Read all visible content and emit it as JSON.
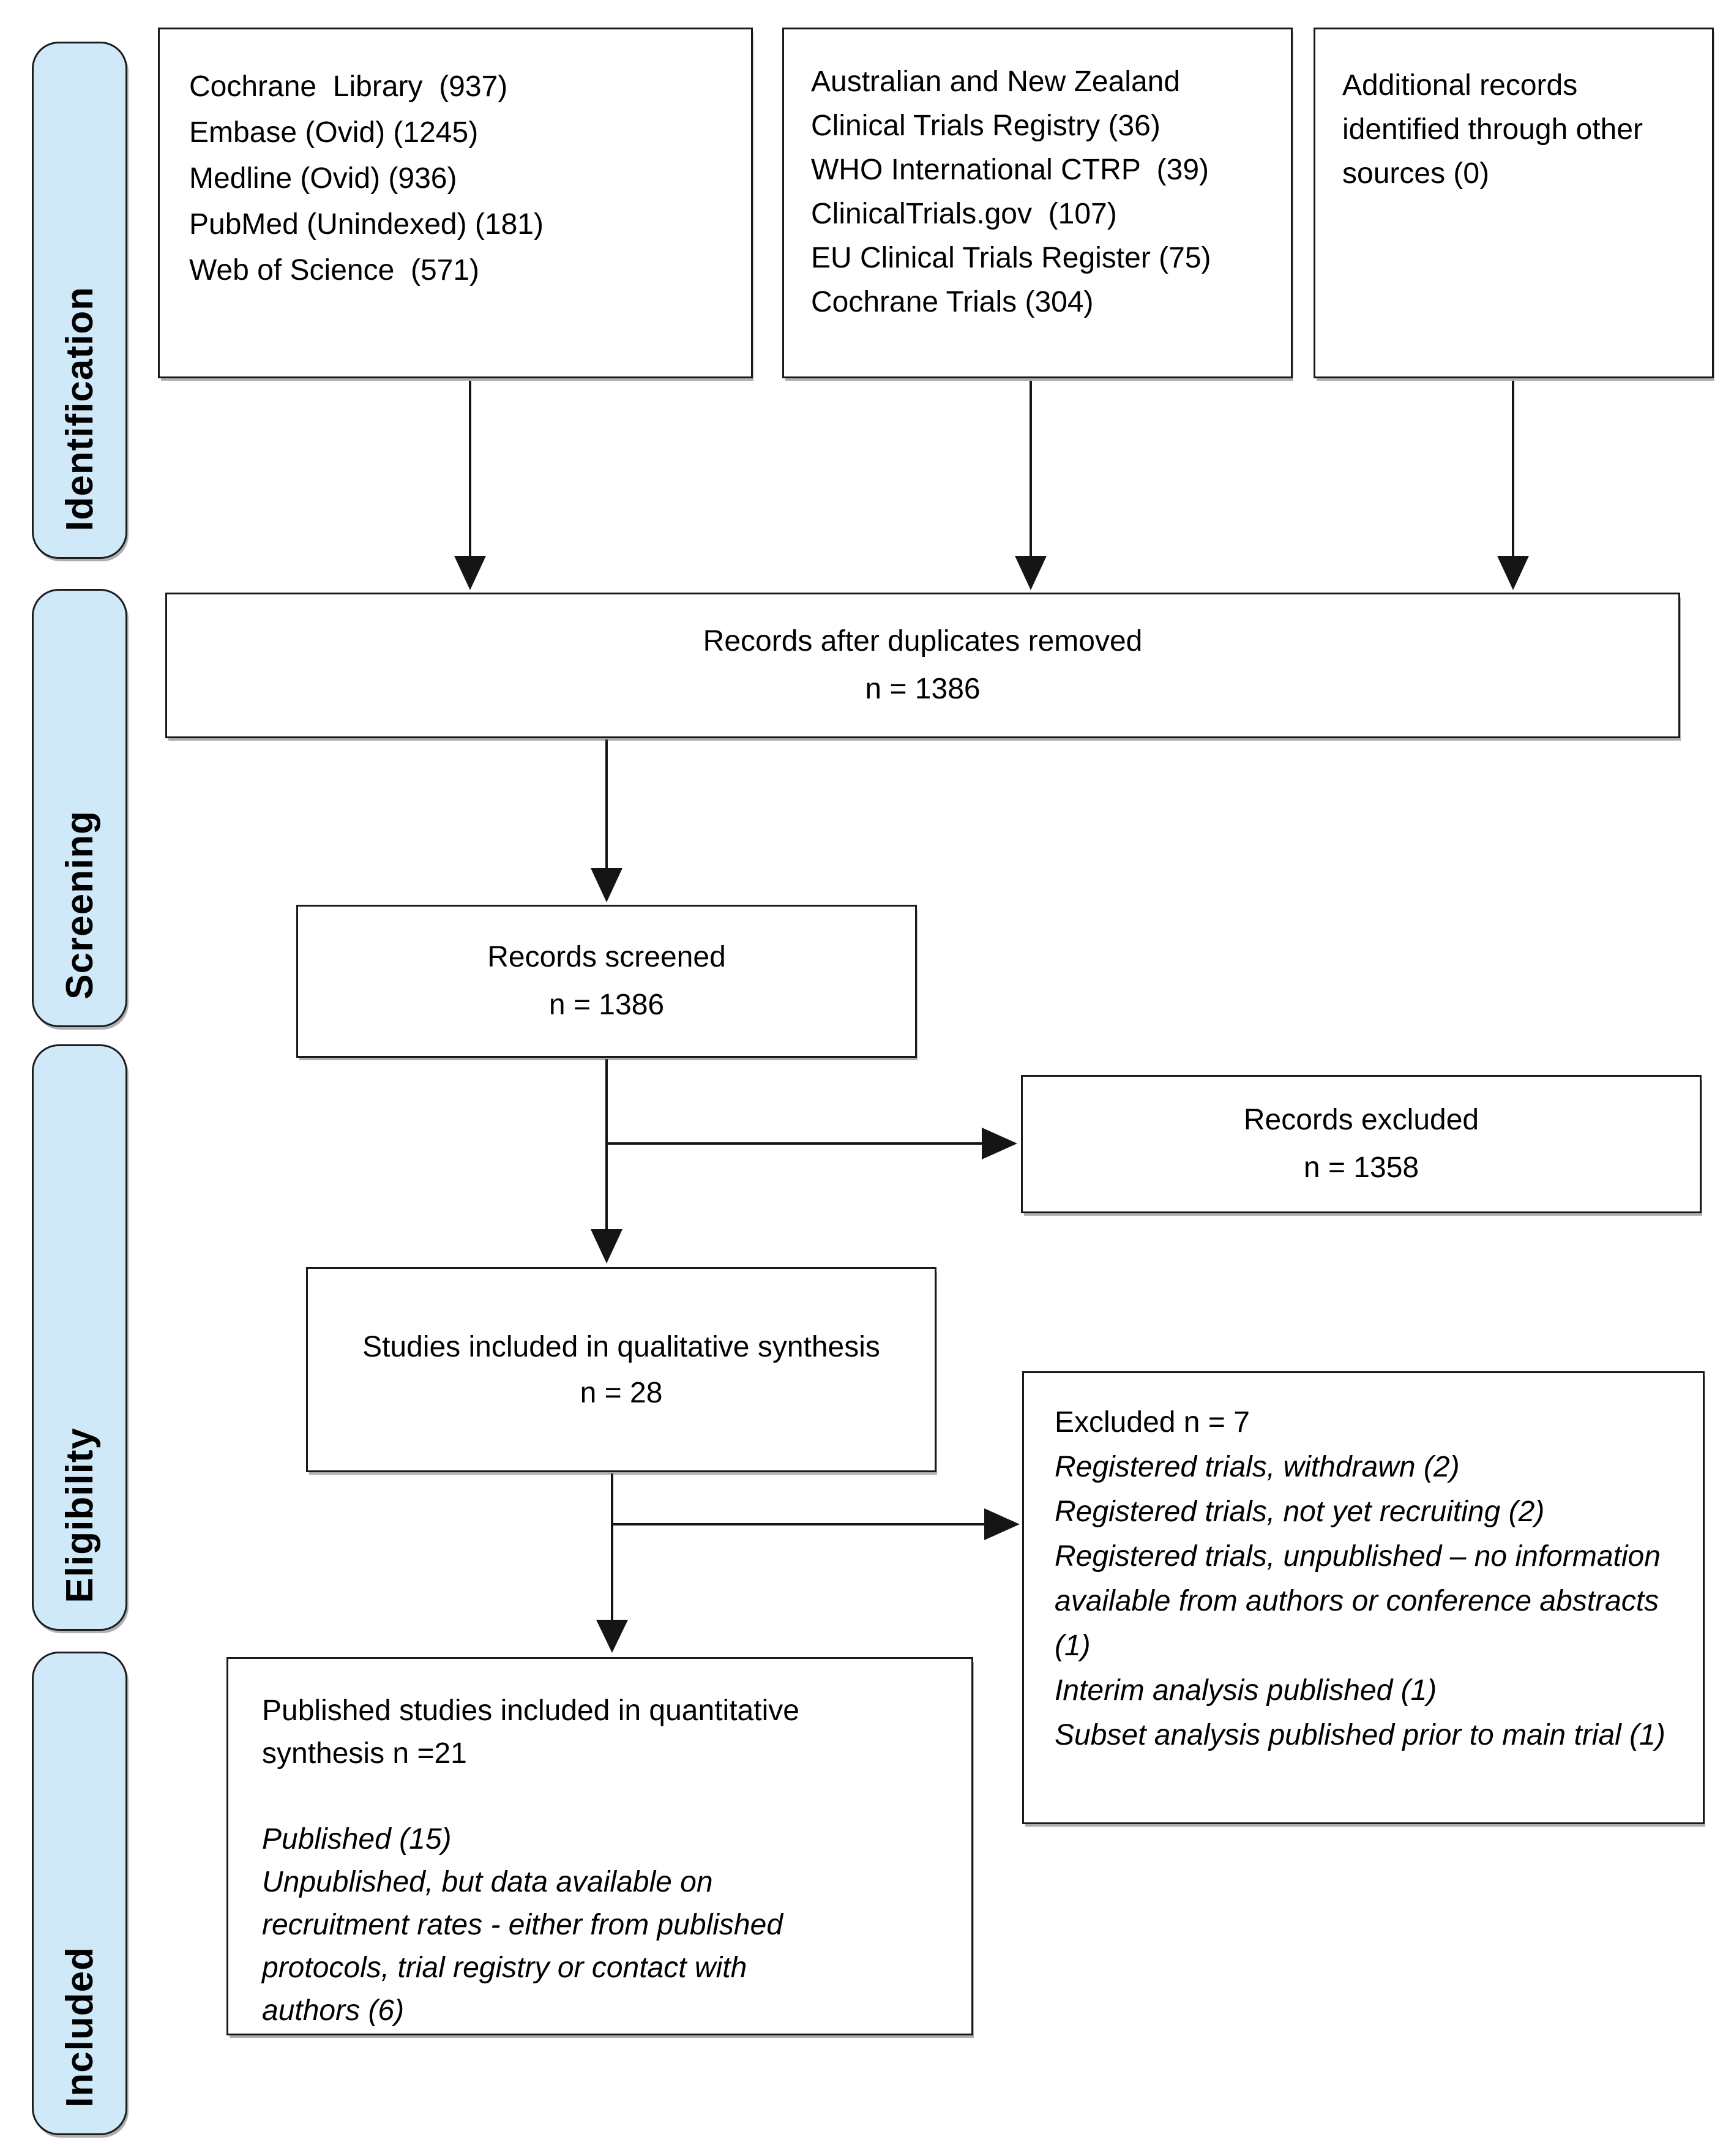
{
  "diagram": {
    "stages": {
      "identification": "Identification",
      "screening": "Screening",
      "eligibility": "Eligibility",
      "included": "Included"
    },
    "boxes": {
      "databases": {
        "lines": [
          "Cochrane  Library  (937)",
          "Embase (Ovid) (1245)",
          "Medline (Ovid) (936)",
          "PubMed (Unindexed) (181)",
          "Web of Science  (571)"
        ]
      },
      "registries": {
        "lines": [
          "Australian and New Zealand Clinical Trials Registry (36)",
          "WHO International CTRP  (39)",
          "ClinicalTrials.gov  (107)",
          "EU Clinical Trials Register (75)",
          "Cochrane Trials (304)"
        ]
      },
      "other_sources": {
        "text": "Additional records identified through other sources (0)"
      },
      "deduplicated": {
        "line1": "Records after duplicates removed",
        "line2": "n = 1386"
      },
      "screened": {
        "line1": "Records screened",
        "line2": "n = 1386"
      },
      "records_excluded": {
        "line1": "Records excluded",
        "line2": "n = 1358"
      },
      "qualitative": {
        "line1": "Studies included in qualitative synthesis",
        "line2": "n = 28"
      },
      "excluded_studies": {
        "title": "Excluded n = 7",
        "reasons": [
          "Registered trials, withdrawn (2)",
          "Registered trials, not yet recruiting (2)",
          "Registered trials, unpublished – no information available from authors or conference abstracts (1)",
          "Interim analysis published (1)",
          "Subset analysis published prior to main trial (1)"
        ]
      },
      "quantitative": {
        "title": "Published studies included in quantitative synthesis n =21",
        "details": [
          "Published (15)",
          "Unpublished, but data available on recruitment rates - either from published protocols, trial registry or contact with authors (6)"
        ]
      }
    },
    "colors": {
      "stage_fill": "#cfe9f8",
      "border": "#1a1a1a",
      "arrow": "#151515"
    }
  }
}
